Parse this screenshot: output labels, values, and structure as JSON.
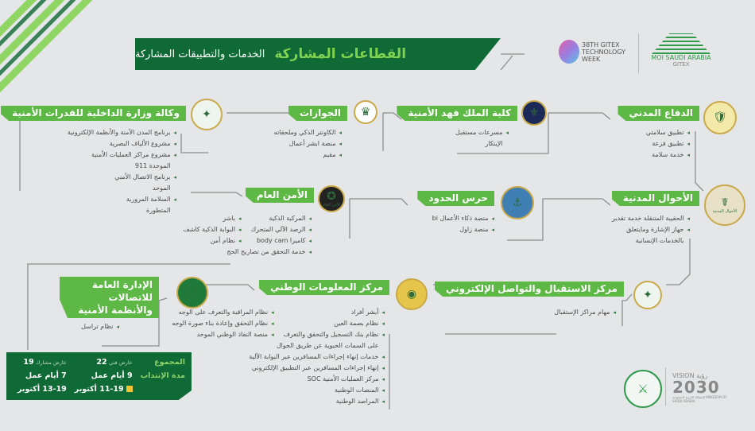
{
  "header": {
    "title_highlight": "القطاعات المشاركة",
    "title_rest": "الخدمات والتطبيقات المشاركة",
    "gitex_logo": {
      "line1": "38TH GITEX",
      "line2": "TECHNOLOGY",
      "line3": "WEEK"
    },
    "moi_logo": {
      "line1": "MOI SAUDI ARABIA",
      "line2": "GITEX"
    }
  },
  "colors": {
    "dark_green": "#0f6a35",
    "light_green": "#5db845",
    "background": "#e5e6e7"
  },
  "sections": [
    {
      "label": "الدفاع المدني",
      "items": [
        [
          "تطبيق سلامتي",
          "تطبيق فزعة",
          "خدمة سلامة"
        ]
      ]
    },
    {
      "label": "كلية الملك فهد الأمنية",
      "items": [
        [
          "مسرعات مستقبل",
          {
            "text": "الإبتكار",
            "cont": true
          }
        ]
      ]
    },
    {
      "label": "الجوازات",
      "items": [
        [
          "الكاونتر الذكي وملحقاته",
          "منصة ابشر أعمال",
          "مقيم"
        ]
      ]
    },
    {
      "label": "وكالة وزارة الداخلية للقدرات الأمنية",
      "items": [
        [
          "برنامج المدن الآمنة والأنظمة الإلكترونية",
          "مشروع الألياف البصرية",
          "مشروع مراكز العمليات الأمنية",
          {
            "text": "الموحدة 911",
            "cont": true
          },
          "برنامج الاتصال الأمني",
          {
            "text": "الموحد",
            "cont": true
          },
          "السلامة المرورية",
          {
            "text": "المتطورة",
            "cont": true
          }
        ]
      ]
    },
    {
      "label": "الأحوال المدنية",
      "logo_text": "الأحوال المدنية",
      "items": [
        [
          "الحقيبة المتنقلة خدمة تقدير",
          "جهاز الإشارة ومايتعلق",
          {
            "text": "بالخدمات الإنسانية",
            "cont": true
          }
        ]
      ]
    },
    {
      "label": "حرس الحدود",
      "items": [
        [
          "منصة ذكاء الأعمال bi",
          "منصة زاول"
        ]
      ]
    },
    {
      "label": "الأمن العام",
      "logo_text": "الأمن العام",
      "items": [
        [
          "المركبة الذكية",
          "الرصد الآلي المتحرك",
          "كاميرا body cam",
          "خدمة التحقق من تصاريح الحج"
        ],
        [
          "باشر",
          "البوابة الذكية كاشف",
          "نظام أمن"
        ]
      ]
    },
    {
      "label": "مركز الاستقبال والتواصل الإلكتروني",
      "items": [
        [
          "مهام مراكز الإستقبال"
        ]
      ]
    },
    {
      "label": "مركز المعلومات الوطني",
      "items": [
        [
          "أبشر أفراد",
          "نظام بصمة العين",
          "نظام بنك التسجيل والتحقق والتعرف",
          {
            "text": "على السمات الحيوية عن طريق الجوال",
            "cont": true
          },
          "خدمات إنهاء إجراءات المسافرين عبر البوابة الآلية",
          "إنهاء إجراءات المسافرين عبر التطبيق الإلكتروني",
          "مركز العمليات الأمنية SOC",
          "المنصات الوطنية",
          "المراصد الوطنية"
        ],
        [
          "نظام المراقبة والتعرف على الوجه",
          "نظام التحقق وإعادة بناء صورة الوجه",
          "منصة النفاذ الوطني الموحد"
        ]
      ]
    },
    {
      "label": "الإدارة العامة للاتصالات والأنظمة الأمنية",
      "items": [
        [
          "نظام تراسل"
        ]
      ]
    }
  ],
  "summary": {
    "total_label": "المجموع",
    "tech_exhibitor_label": "عارض فني",
    "tech_exhibitor_count": "22",
    "participant_label": "عارض مشارك",
    "participant_count": "19",
    "duration_label": "مدة الإنتداب",
    "tech_days": "9 أيام عمل",
    "tech_dates": "11-19 أكتوبر",
    "participant_days": "7 أيام عمل",
    "participant_dates": "13-19 أكتوبر"
  },
  "footer": {
    "vision_label": "VISION رؤية",
    "vision_year": "2030",
    "vision_sub": "المملكة العربية السعودية KINGDOM OF SAUDI ARABIA"
  }
}
